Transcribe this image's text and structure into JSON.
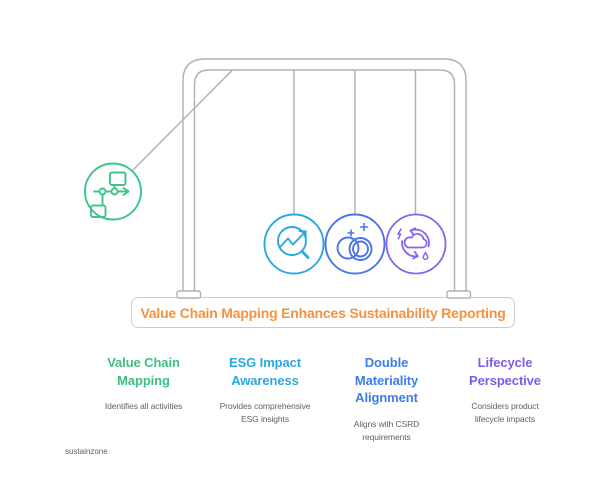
{
  "colors": {
    "green": "#3FC488",
    "cyan": "#29A9E2",
    "blue": "#4B74EA",
    "purple": "#8763F0",
    "orange": "#F7913D",
    "frame_gray": "#AEB0B3",
    "banner_border": "#C8CBD0",
    "body_text": "#5D6267",
    "brand_text": "#5A5F64"
  },
  "banner": {
    "text": "Value Chain Mapping Enhances Sustainability Reporting"
  },
  "pendulum": {
    "balls": [
      {
        "name": "value-chain-mapping",
        "icon": "flowchart-icon",
        "color": "#3FC488"
      },
      {
        "name": "esg-impact-awareness",
        "icon": "search-trend-icon",
        "color": "#29A9E2"
      },
      {
        "name": "double-materiality-alignment",
        "icon": "overlapping-circles-icon",
        "color": "#4B74EA"
      },
      {
        "name": "lifecycle-perspective",
        "icon": "cloud-recycle-icon",
        "color": "#8763F0"
      }
    ]
  },
  "columns": [
    {
      "color": "#3CBF83",
      "title_lines": [
        "Value Chain",
        "Mapping"
      ],
      "desc_lines": [
        "Identifies all activities"
      ]
    },
    {
      "color": "#29A9E2",
      "title_lines": [
        "ESG Impact",
        "Awareness"
      ],
      "desc_lines": [
        "Provides comprehensive",
        "ESG insights"
      ]
    },
    {
      "color": "#3E7DE8",
      "title_lines": [
        "Double",
        "Materiality",
        "Alignment"
      ],
      "desc_lines": [
        "Aligns with CSRD",
        "requirements"
      ]
    },
    {
      "color": "#7E5BEE",
      "title_lines": [
        "Lifecycle",
        "Perspective"
      ],
      "desc_lines": [
        "Considers product",
        "lifecycle impacts"
      ]
    }
  ],
  "brand": "sustainzone"
}
